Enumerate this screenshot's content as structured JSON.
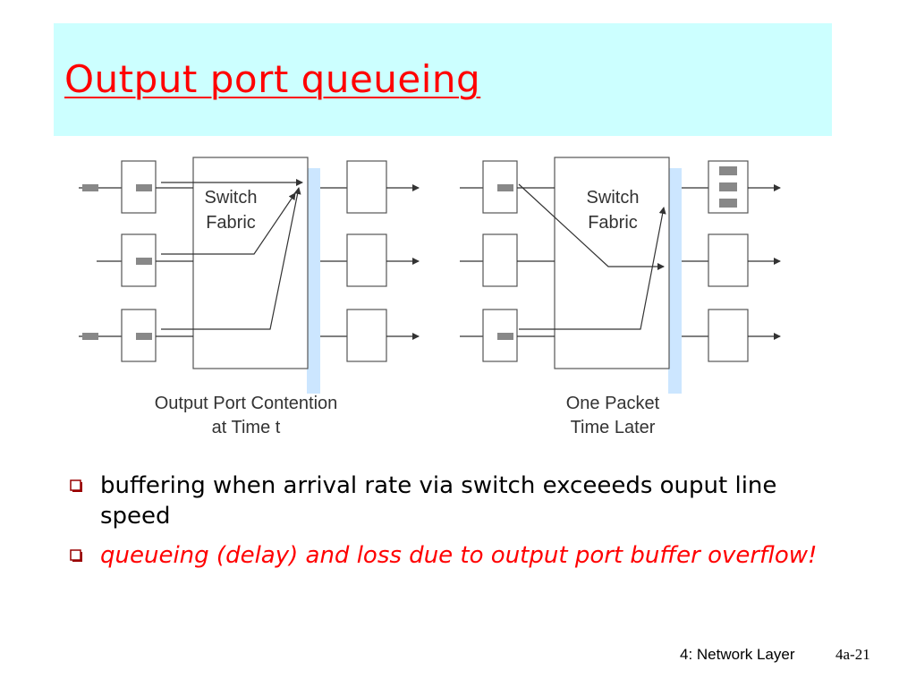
{
  "slide": {
    "title": "Output port queueing",
    "diagram": {
      "left": {
        "fabric_label_1": "Switch",
        "fabric_label_2": "Fabric",
        "caption_line_1": "Output Port Contention",
        "caption_line_2": "at Time t"
      },
      "right": {
        "fabric_label_1": "Switch",
        "fabric_label_2": "Fabric",
        "caption_line_1": "One Packet",
        "caption_line_2": "Time Later"
      }
    },
    "bullets": [
      {
        "text": "buffering when arrival rate via switch exceeeds ouput line speed"
      },
      {
        "text": "queueing (delay) and loss due to output port buffer overflow!"
      }
    ],
    "footer": {
      "label": "4: Network Layer",
      "page": "4a-21"
    }
  },
  "colors": {
    "title": "#ff0000",
    "title_band": "#ccffff",
    "bullet_icon": "#990000",
    "fabric_shadow": "#cce6ff"
  }
}
